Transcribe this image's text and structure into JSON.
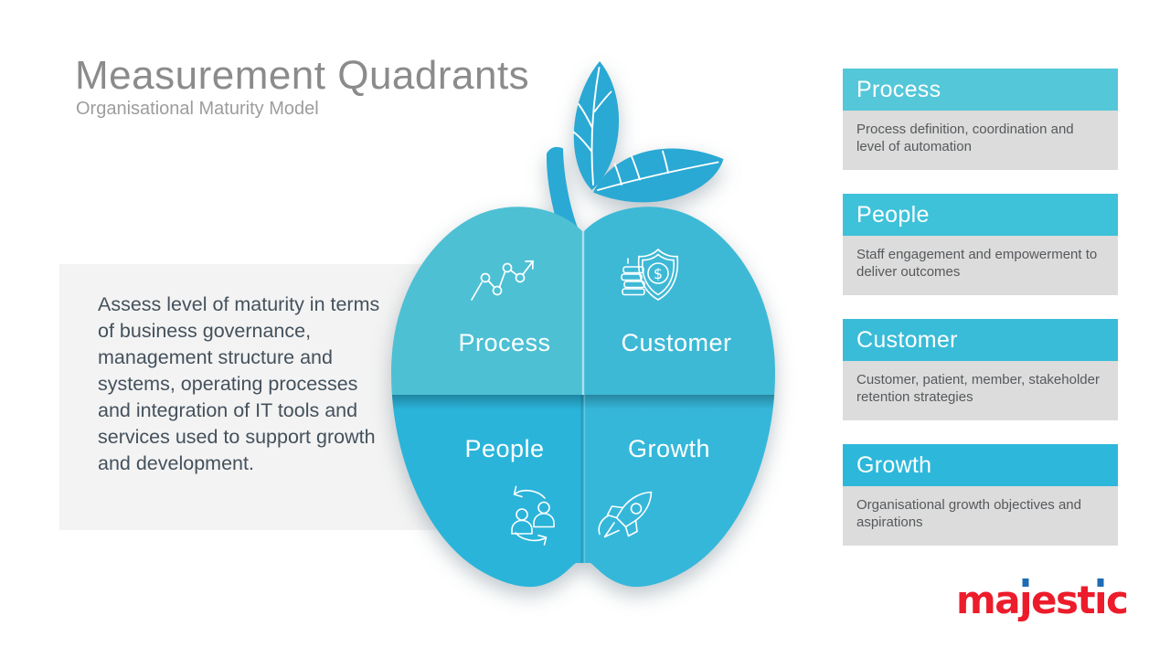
{
  "header": {
    "title": "Measurement Quadrants",
    "subtitle": "Organisational Maturity Model"
  },
  "description": "Assess level of maturity in terms of business governance, management structure and systems, operating processes and integration of IT tools and services used to support growth and development.",
  "apple": {
    "quadrants": [
      {
        "label": "Process",
        "icon": "line-chart-arrow-icon",
        "color": "#4dc0d4"
      },
      {
        "label": "Customer",
        "icon": "shield-dollar-icon",
        "color": "#3db9d6"
      },
      {
        "label": "People",
        "icon": "people-sync-icon",
        "color": "#2ab4da"
      },
      {
        "label": "Growth",
        "icon": "rocket-icon",
        "color": "#35b7da"
      }
    ],
    "stem_leaf_color": "#29a9d4",
    "dollar_glyph": "$"
  },
  "cards": [
    {
      "title": "Process",
      "description": "Process definition, coordination and level of automation",
      "header_color": "#54c7d9"
    },
    {
      "title": "People",
      "description": "Staff engagement and empowerment to deliver outcomes",
      "header_color": "#3ec2d9"
    },
    {
      "title": "Customer",
      "description": "Customer, patient, member, stakeholder retention strategies",
      "header_color": "#39bcd8"
    },
    {
      "title": "Growth",
      "description": "Organisational growth objectives and aspirations",
      "header_color": "#2db8db"
    }
  ],
  "logo": {
    "text": "majestic",
    "color": "#ec1c2b",
    "dot_color": "#1e6cb5",
    "segments": {
      "pre": "ma",
      "j": "ȷ",
      "mid": "est",
      "i": "ı",
      "end": "c"
    }
  }
}
